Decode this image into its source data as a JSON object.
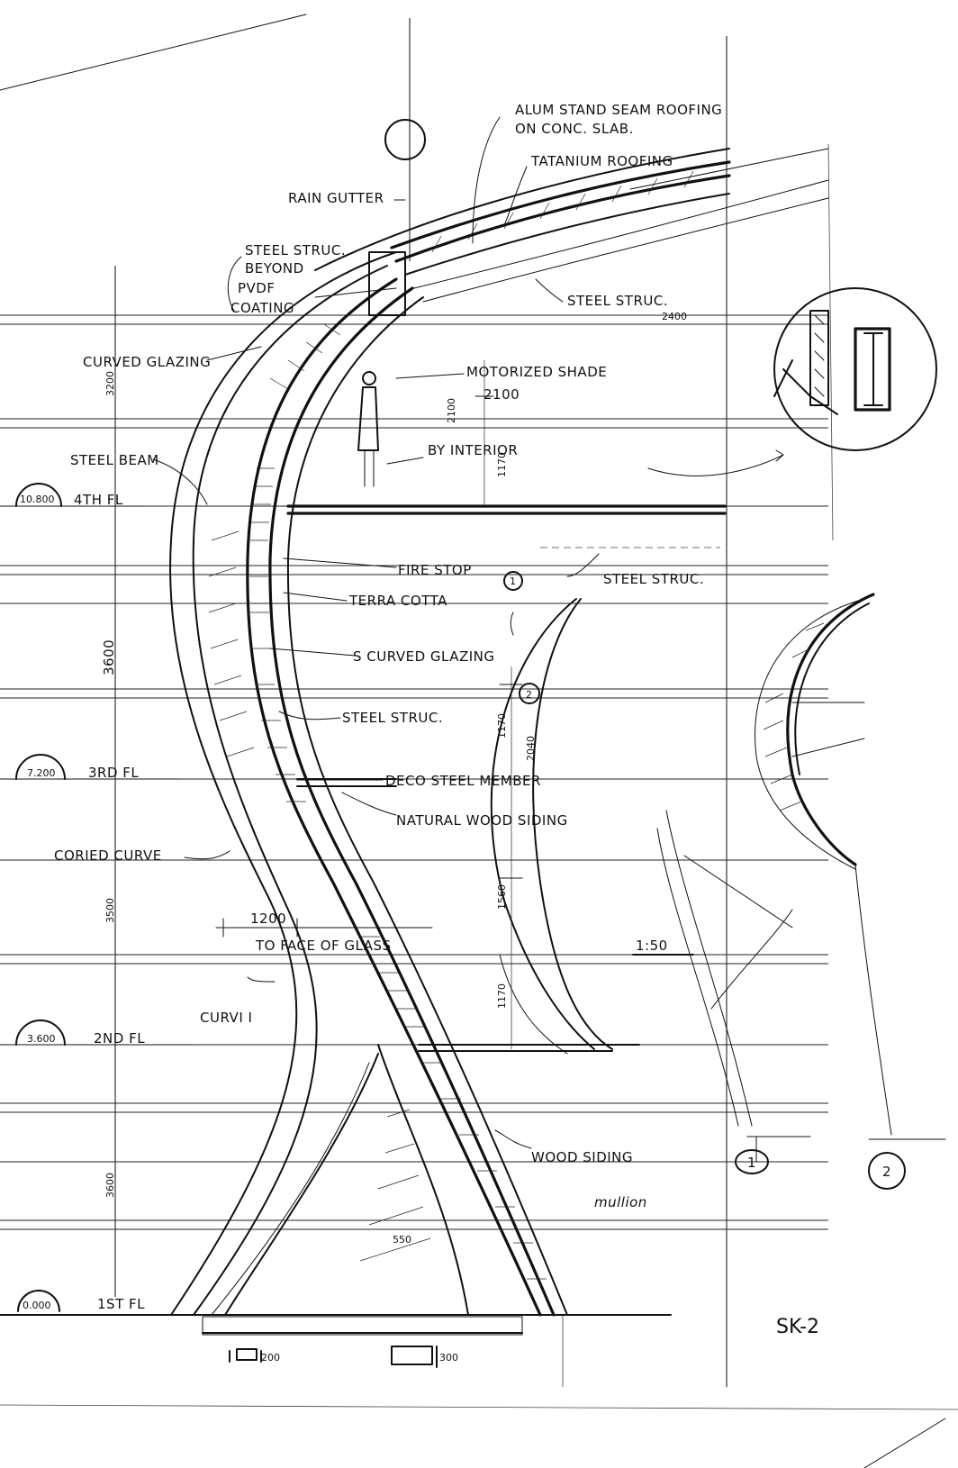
{
  "sheet": {
    "id": "SK-2",
    "scale": "1:50"
  },
  "levels": [
    {
      "elev": "10.800",
      "name": "4TH FL"
    },
    {
      "elev": "7.200",
      "name": "3RD FL"
    },
    {
      "elev": "3.600",
      "name": "2ND FL"
    },
    {
      "elev": "0.000",
      "name": "1ST FL"
    }
  ],
  "annotations": {
    "alum_roof_1": "ALUM STAND SEAM ROOFING",
    "alum_roof_2": "ON CONC. SLAB.",
    "titanium_roof": "TATANIUM ROOFING",
    "rain_gutter": "RAIN GUTTER",
    "steel_struc_beyond_1": "STEEL STRUC.",
    "steel_struc_beyond_2": "BEYOND",
    "steel_struc_beyond_3": "PVDF",
    "steel_struc_beyond_4": "COATING",
    "steel_struc_top": "STEEL STRUC.",
    "curved_glazing_top": "CURVED GLAZING",
    "motorized_shade": "MOTORIZED SHADE",
    "by_interior": "BY INTERIOR",
    "steel_beam": "STEEL BEAM",
    "fire_stop": "FIRE STOP",
    "steel_struc_mid": "STEEL STRUC.",
    "terra_cotta": "TERRA COTTA",
    "curved_glazing_mid": "S CURVED GLAZING",
    "steel_struc_low": "STEEL STRUC.",
    "deco_steel": "DECO STEEL MEMBER",
    "natural_wood": "NATURAL WOOD SIDING",
    "coried_curve": "CORIED CURVE",
    "to_face_glass": "TO FACE OF GLASS",
    "curvi": "CURVI I",
    "wood_siding": "WOOD SIDING",
    "mullion": "mullion"
  },
  "dimensions": {
    "top_2400": "2400",
    "shade_2100": "2100",
    "v_3200": "3200",
    "v_3600_main": "3600",
    "v_3500": "3500",
    "v_3600_low": "3600",
    "v_2100": "2100",
    "v_1170_top": "1170",
    "v_1170_a": "1170",
    "v_2040": "2040",
    "v_1560": "1560",
    "v_1170_b": "1170",
    "h_1200": "1200",
    "d_550": "550",
    "d_200": "200",
    "d_300": "300"
  },
  "markers": {
    "section_1": "1",
    "section_2": "2",
    "ground_1": "1",
    "ground_2": "2"
  }
}
